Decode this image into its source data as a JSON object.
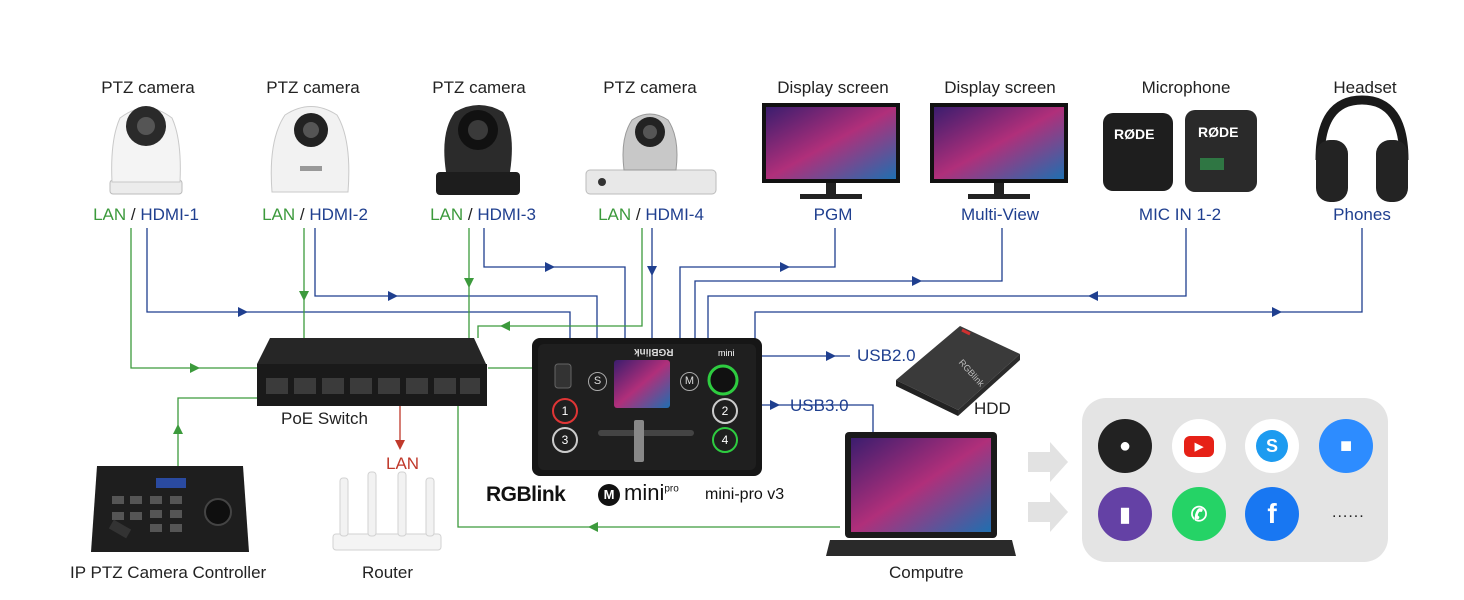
{
  "devices": {
    "ptz1": {
      "title": "PTZ camera",
      "ports": [
        "LAN",
        "/",
        "HDMI-1"
      ]
    },
    "ptz2": {
      "title": "PTZ camera",
      "ports": [
        "LAN",
        "/",
        "HDMI-2"
      ]
    },
    "ptz3": {
      "title": "PTZ camera",
      "ports": [
        "LAN",
        "/",
        "HDMI-3"
      ]
    },
    "ptz4": {
      "title": "PTZ camera",
      "ports": [
        "LAN",
        "/",
        "HDMI-4"
      ]
    },
    "display1": {
      "title": "Display screen",
      "port": "PGM"
    },
    "display2": {
      "title": "Display screen",
      "port": "Multi-View"
    },
    "mic": {
      "title": "Microphone",
      "port": "MIC IN 1-2",
      "brand": "RØDE"
    },
    "headset": {
      "title": "Headset",
      "port": "Phones"
    },
    "switch": {
      "title": "PoE Switch"
    },
    "router": {
      "title": "Router",
      "port": "LAN"
    },
    "controller": {
      "title": "IP PTZ Camera Controller"
    },
    "hdd": {
      "title": "HDD",
      "port": "USB2.0",
      "label": "RGBlink"
    },
    "computer": {
      "title": "Computre",
      "port": "USB3.0"
    }
  },
  "mixer": {
    "brand": "RGBlink",
    "logo_text": "mini",
    "logo_sup": "pro",
    "model": "mini-pro v3",
    "buttons": [
      "1",
      "2",
      "3",
      "4"
    ],
    "keys": [
      "S",
      "M"
    ]
  },
  "apps": [
    "obs-icon",
    "youtube-icon",
    "skype-icon",
    "zoom-icon",
    "twitch-icon",
    "whatsapp-icon",
    "facebook-icon"
  ],
  "apps_more": "......",
  "colors": {
    "lan": "#3c9a3c",
    "hdmi": "#1f3f8f",
    "router": "#c0392b",
    "cloud_bg": "#e4e4e4"
  }
}
